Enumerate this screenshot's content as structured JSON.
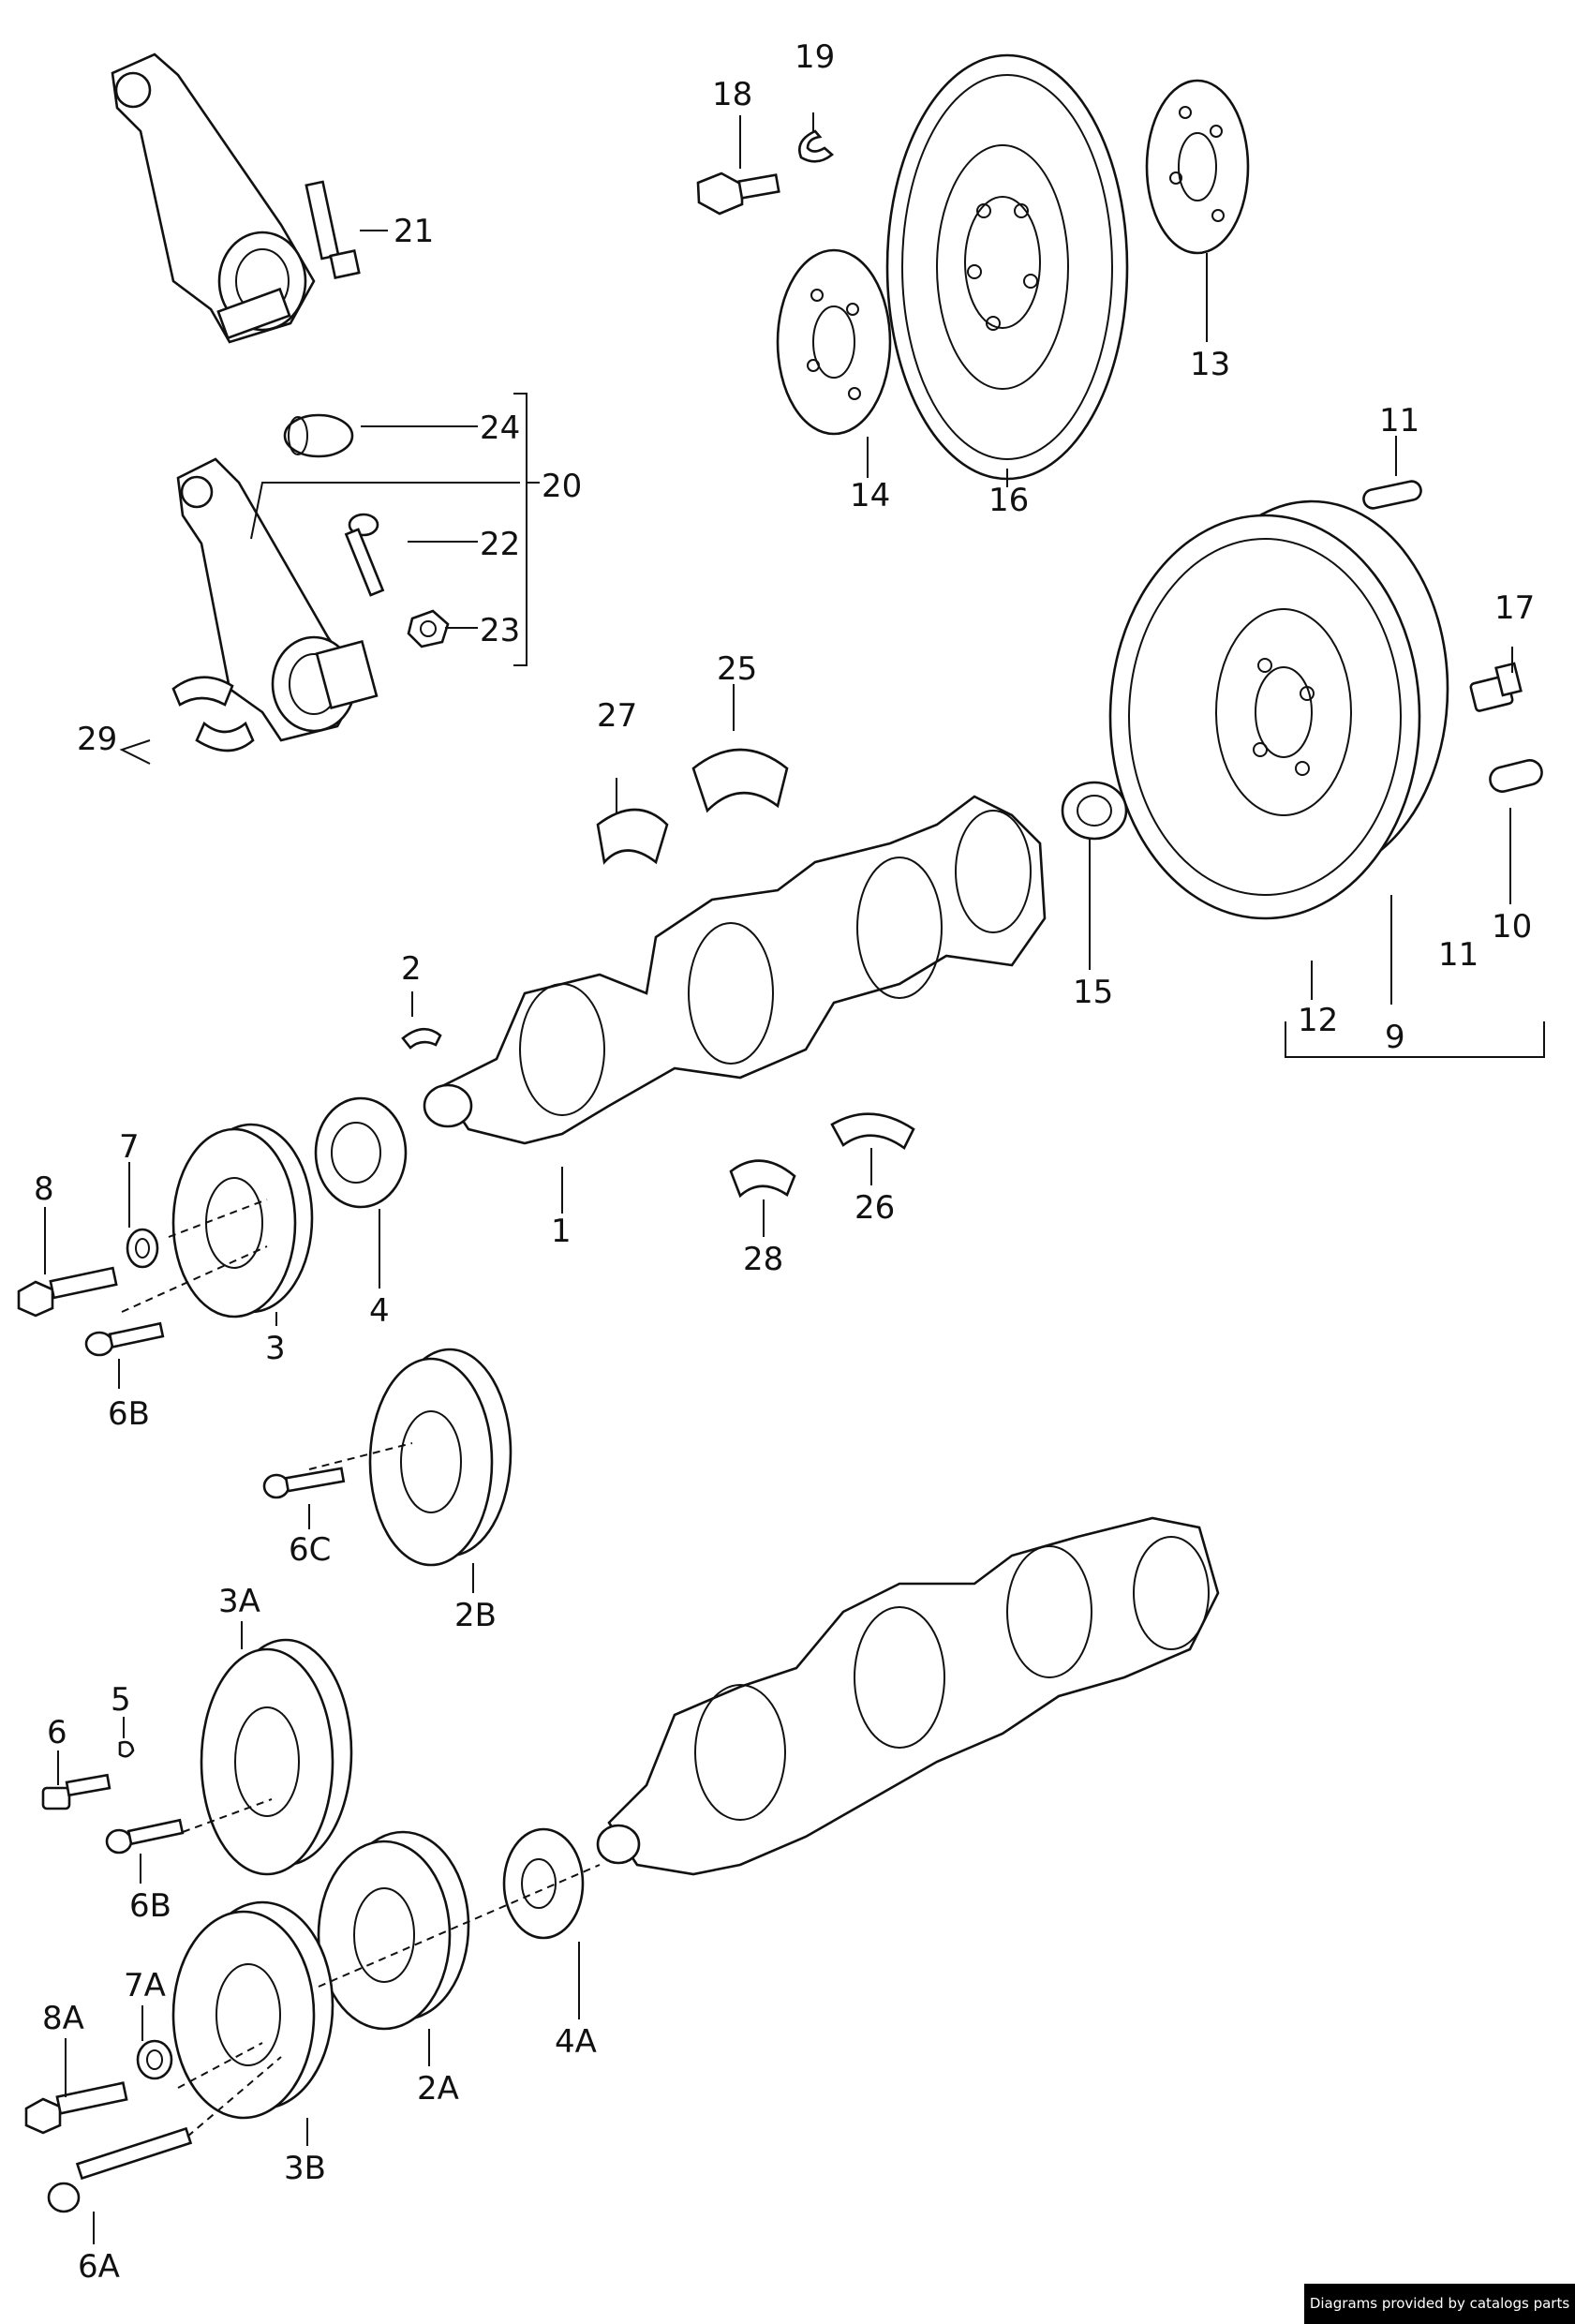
{
  "labels": {
    "l1": "1",
    "l2": "2",
    "l2A": "2A",
    "l2B": "2B",
    "l3": "3",
    "l3A": "3A",
    "l3B": "3B",
    "l4": "4",
    "l4A": "4A",
    "l5": "5",
    "l6": "6",
    "l6A": "6A",
    "l6B_top": "6B",
    "l6B_bottom": "6B",
    "l6C": "6C",
    "l7": "7",
    "l7A": "7A",
    "l8": "8",
    "l8A": "8A",
    "l9": "9",
    "l10": "10",
    "l11_top": "11",
    "l11_bottom": "11",
    "l12": "12",
    "l13": "13",
    "l14": "14",
    "l15": "15",
    "l16": "16",
    "l17": "17",
    "l18": "18",
    "l19": "19",
    "l20": "20",
    "l21": "21",
    "l22": "22",
    "l23": "23",
    "l24": "24",
    "l25": "25",
    "l26": "26",
    "l27": "27",
    "l28": "28",
    "l29": "29"
  },
  "credit": "Diagrams provided by catalogs parts"
}
